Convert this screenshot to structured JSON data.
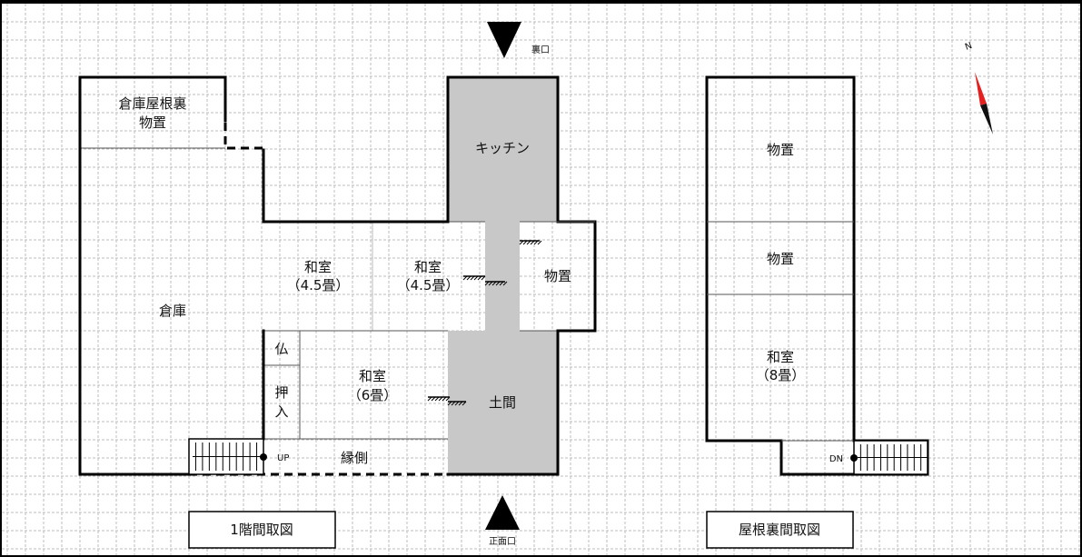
{
  "floor1": {
    "rooms": {
      "storage_attic": [
        "倉庫屋根裏",
        "物置"
      ],
      "warehouse": "倉庫",
      "kitchen": "キッチン",
      "washitsu_a": [
        "和室",
        "（4.5畳）"
      ],
      "washitsu_b": [
        "和室",
        "（4.5畳）"
      ],
      "storage_small": "物置",
      "butsudan": "仏",
      "closet": [
        "押",
        "入"
      ],
      "washitsu_c": [
        "和室",
        "（6畳）"
      ],
      "doma": "土間",
      "engawa": "縁側"
    },
    "stair_label": "UP",
    "title": "1階間取図"
  },
  "attic": {
    "rooms": {
      "storage_top": "物置",
      "storage_mid": "物置",
      "washitsu": [
        "和室",
        "（8畳）"
      ]
    },
    "stair_label": "DN",
    "title": "屋根裏間取図"
  },
  "entrances": {
    "back": "裏口",
    "front": "正面口"
  },
  "compass": {
    "label": "N",
    "needle_color": "#e41f1f",
    "tail_color": "#111111"
  },
  "colors": {
    "shaded": "#c8c8c8"
  }
}
